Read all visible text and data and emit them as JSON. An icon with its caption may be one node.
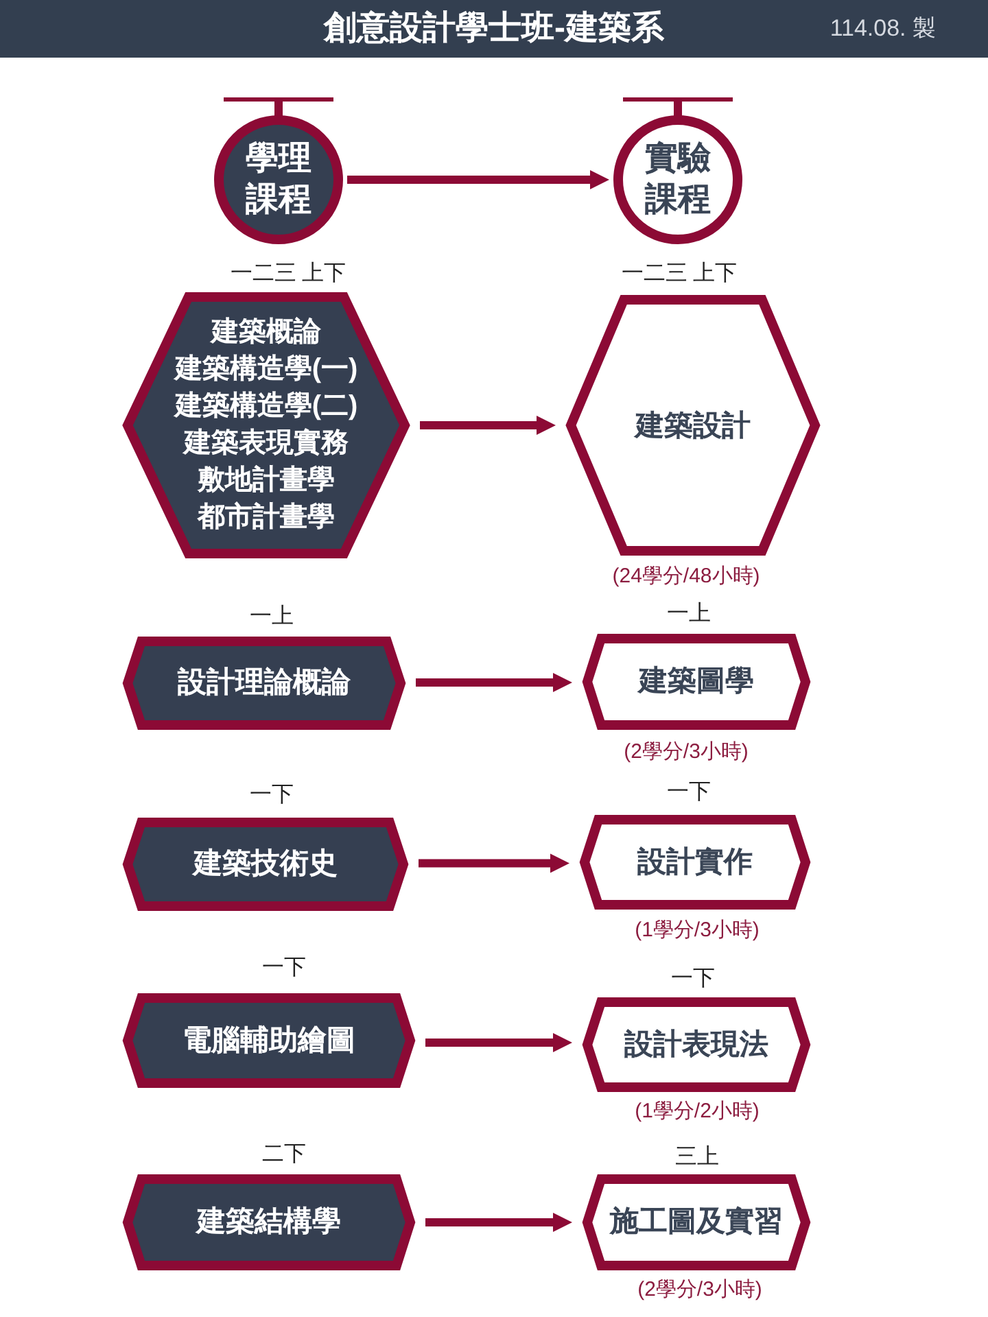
{
  "diagram": {
    "title": "創意設計學士班-建築系",
    "nodes": [
      {
        "text": [
          "學理課程"
        ]
      },
      {
        "text": [
          "實驗課程"
        ]
      },
      {
        "text": [
          "建築概論",
          "建築構造學(一)",
          "建築構造學(二)",
          "建築表現實務",
          "敷地計畫學",
          "都市計畫學"
        ],
        "beside": [
          "一二三 上下"
        ]
      },
      {
        "text": [
          "建築設計"
        ],
        "beside": [
          "一二三 上下",
          "(24學分/48小時)"
        ]
      },
      {
        "text": [
          "設計理論概論"
        ],
        "beside": [
          "一上"
        ]
      },
      {
        "text": [
          "建築圖學"
        ],
        "beside": [
          "一上",
          "(2學分/3小時)"
        ]
      },
      {
        "text": [
          "建築技術史"
        ],
        "beside": [
          "一下"
        ]
      },
      {
        "text": [
          "設計實作"
        ],
        "beside": [
          "一下",
          "(1學分/3小時)"
        ]
      },
      {
        "text": [
          "電腦輔助繪圖"
        ],
        "beside": [
          "一下"
        ]
      },
      {
        "text": [
          "設計表現法"
        ],
        "beside": [
          "一下",
          "(1學分/2小時)"
        ]
      },
      {
        "text": [
          "建築結構學"
        ],
        "beside": [
          "二下"
        ]
      },
      {
        "text": [
          "施工圖及實習"
        ],
        "beside": [
          "三上",
          "(2學分/3小時)"
        ]
      }
    ],
    "edges": [
      {
        "from": 0,
        "to": 1,
        "arrow": "to"
      },
      {
        "from": 2,
        "to": 3,
        "arrow": "to"
      },
      {
        "from": 4,
        "to": 5,
        "arrow": "to"
      },
      {
        "from": 6,
        "to": 7,
        "arrow": "to"
      },
      {
        "from": 8,
        "to": 9,
        "arrow": "to"
      },
      {
        "from": 10,
        "to": 11,
        "arrow": "to"
      }
    ],
    "labels": [
      "114.08. 製"
    ]
  }
}
